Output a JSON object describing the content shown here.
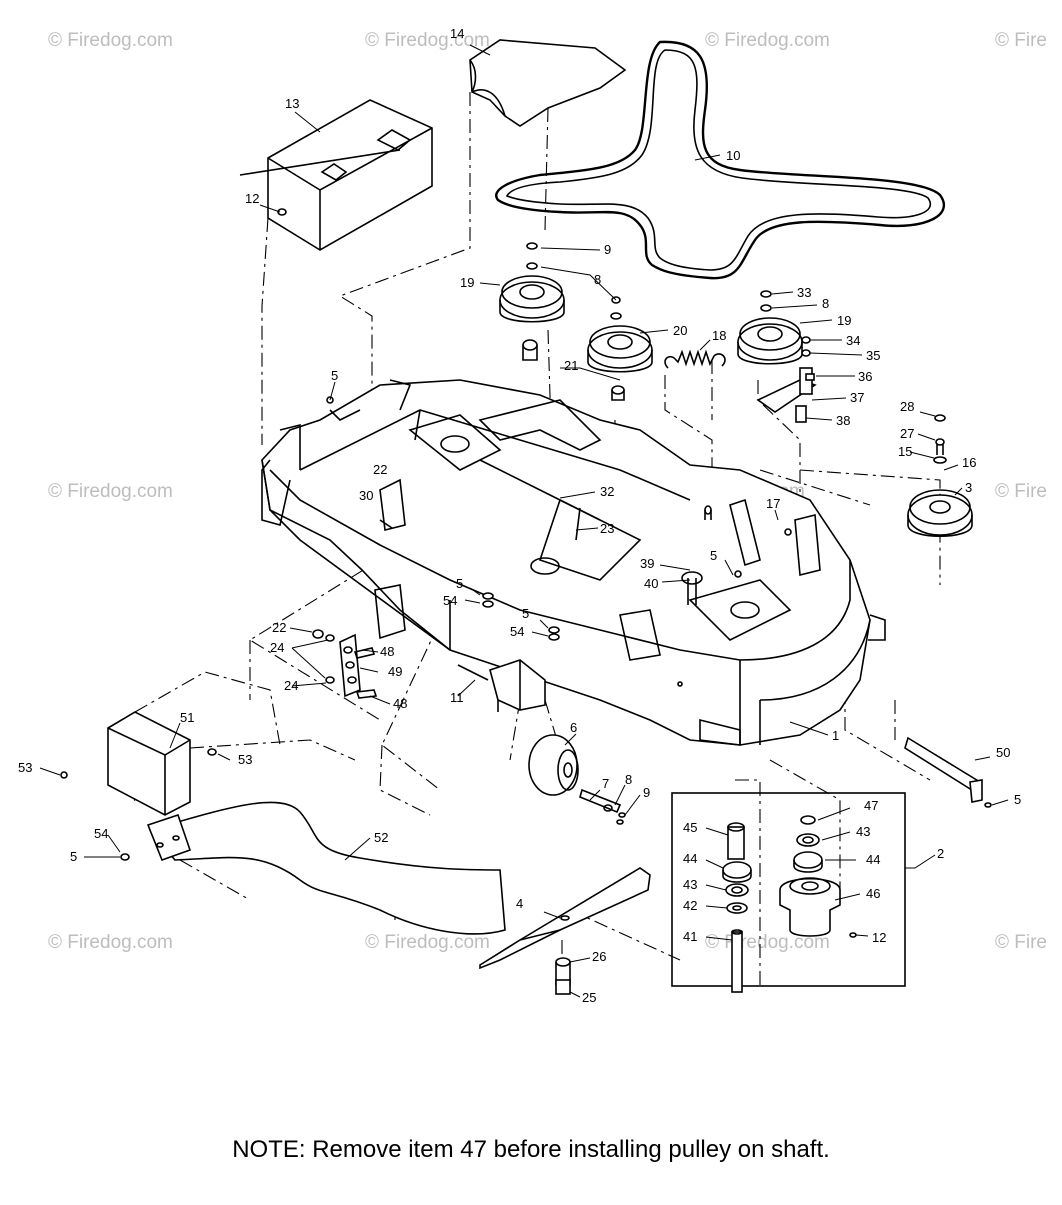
{
  "watermarks": {
    "text": "© Firedog.com",
    "partial": "© Fire"
  },
  "callouts": {
    "c1": "1",
    "c2": "2",
    "c3": "3",
    "c4": "4",
    "c5": "5",
    "c6": "6",
    "c7": "7",
    "c8": "8",
    "c9": "9",
    "c10": "10",
    "c11": "11",
    "c12": "12",
    "c13": "13",
    "c14": "14",
    "c15": "15",
    "c16": "16",
    "c17": "17",
    "c18": "18",
    "c19": "19",
    "c20": "20",
    "c21": "21",
    "c22": "22",
    "c23": "23",
    "c24": "24",
    "c25": "25",
    "c26": "26",
    "c27": "27",
    "c28": "28",
    "c30": "30",
    "c32": "32",
    "c33": "33",
    "c34": "34",
    "c35": "35",
    "c36": "36",
    "c37": "37",
    "c38": "38",
    "c39": "39",
    "c40": "40",
    "c41": "41",
    "c42": "42",
    "c43": "43",
    "c44": "44",
    "c45": "45",
    "c46": "46",
    "c47": "47",
    "c48": "48",
    "c49": "49",
    "c50": "50",
    "c51": "51",
    "c52": "52",
    "c53": "53",
    "c54": "54"
  },
  "note": "NOTE: Remove item 47 before installing pulley on shaft."
}
